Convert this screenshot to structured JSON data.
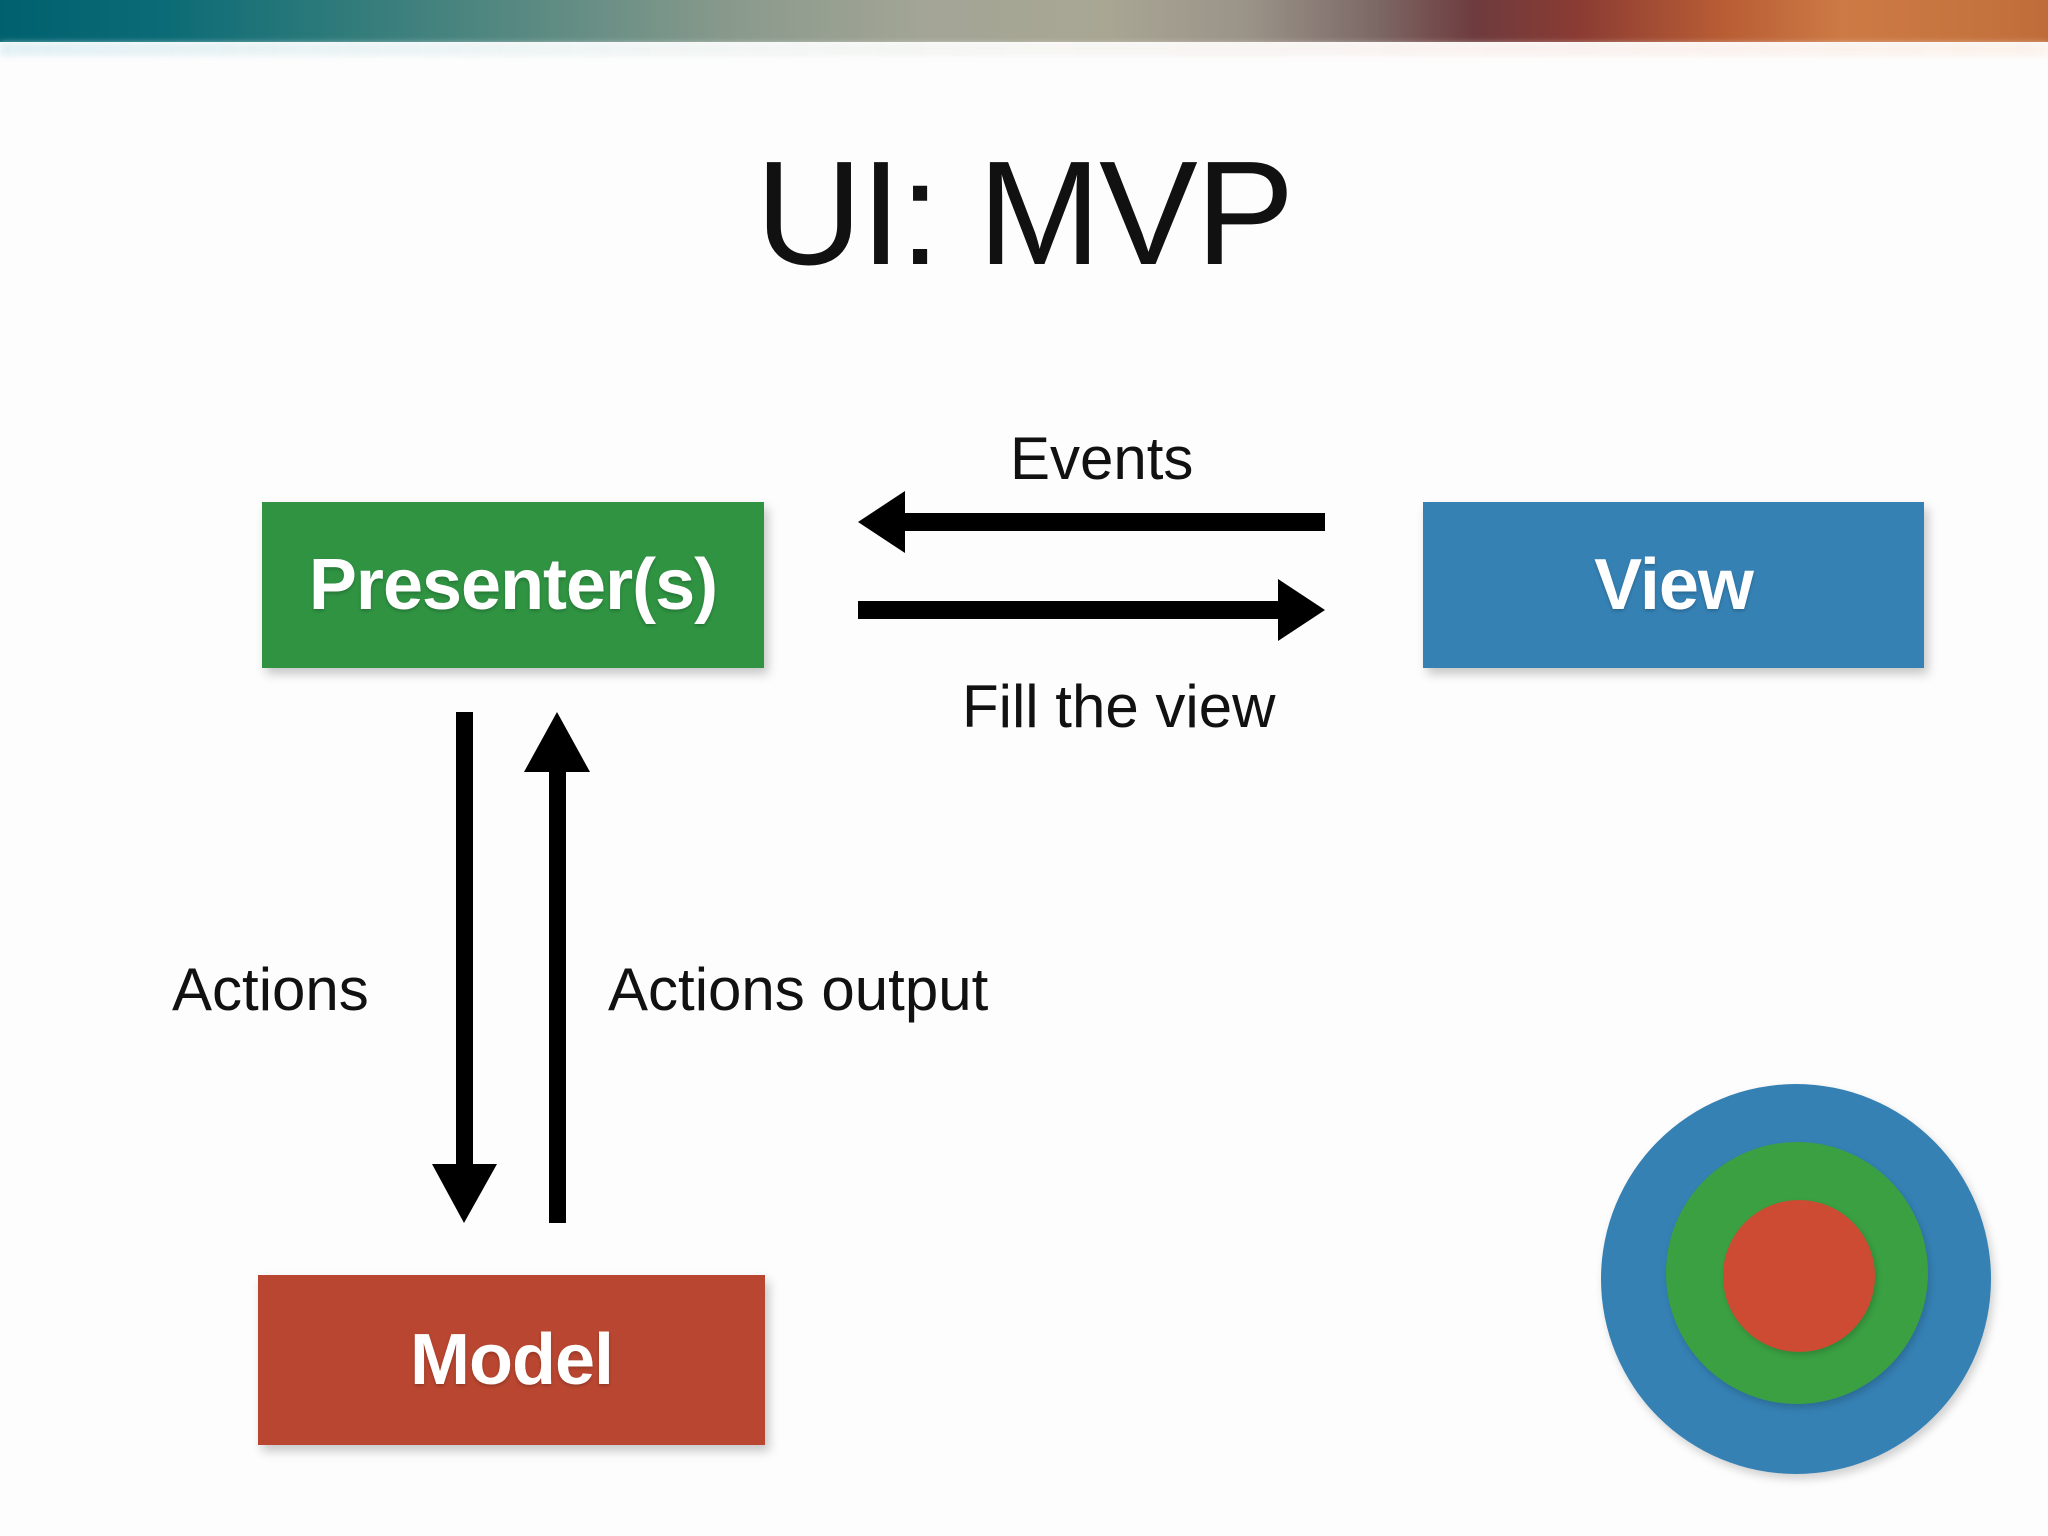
{
  "slide": {
    "title": "UI: MVP",
    "banner": {
      "gradient_from": "#00616e",
      "gradient_mid": "#a9a694",
      "gradient_to": "#bf6c3a"
    }
  },
  "diagram": {
    "type": "flow",
    "nodes": [
      {
        "id": "presenter",
        "label": "Presenter(s)",
        "color": "#2f9342",
        "text_color": "#ffffff"
      },
      {
        "id": "view",
        "label": "View",
        "color": "#3581b4",
        "text_color": "#ffffff"
      },
      {
        "id": "model",
        "label": "Model",
        "color": "#b94630",
        "text_color": "#ffffff"
      }
    ],
    "edges": [
      {
        "id": "events",
        "label": "Events",
        "from": "view",
        "to": "presenter",
        "direction": "left"
      },
      {
        "id": "fill-the-view",
        "label": "Fill the view",
        "from": "presenter",
        "to": "view",
        "direction": "right"
      },
      {
        "id": "actions",
        "label": "Actions",
        "from": "presenter",
        "to": "model",
        "direction": "down"
      },
      {
        "id": "actions-output",
        "label": "Actions output",
        "from": "model",
        "to": "presenter",
        "direction": "up"
      }
    ],
    "arrow_color": "#000000"
  },
  "logo": {
    "name": "concentric-circles-logo",
    "rings": [
      {
        "name": "outer-ring",
        "color": "#3581b4"
      },
      {
        "name": "middle-ring",
        "color": "#3aa042"
      },
      {
        "name": "inner-ring",
        "color": "#ce4b33"
      }
    ]
  }
}
